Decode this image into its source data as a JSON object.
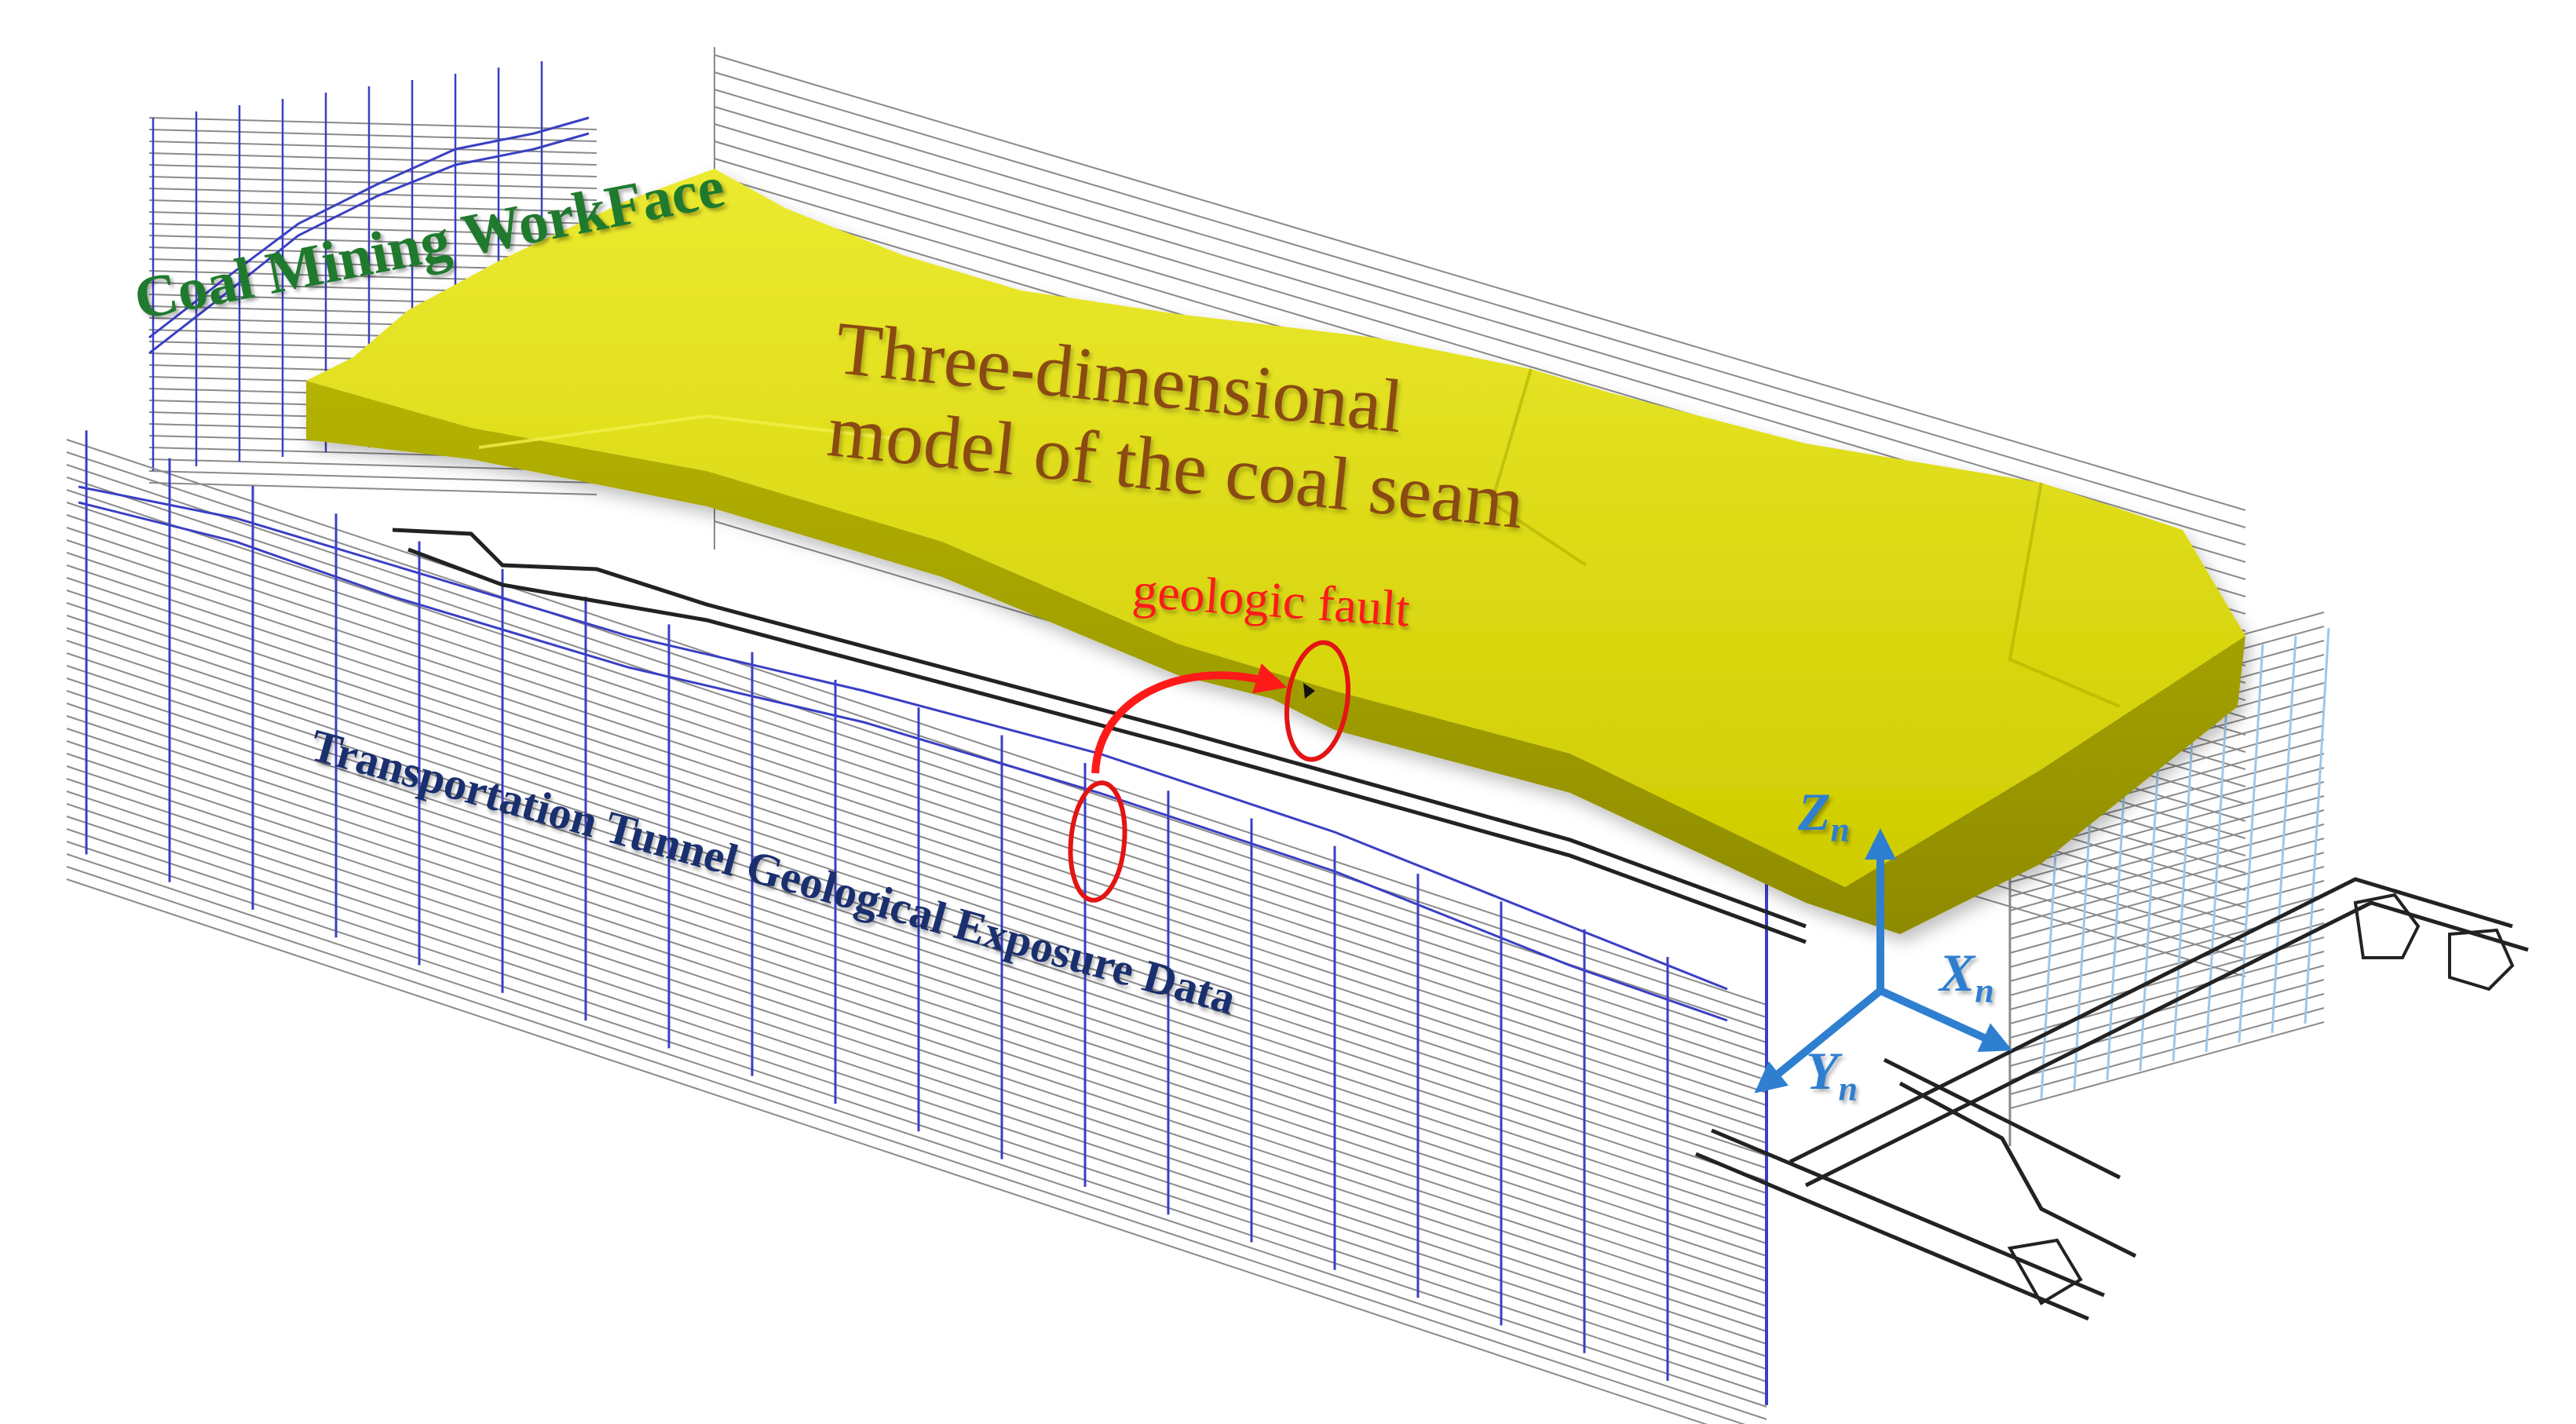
{
  "labels": {
    "workface": "Coal Mining WorkFace",
    "model_line1": "Three-dimensional",
    "model_line2": "model of the coal seam",
    "model_line3": "",
    "fault": "geologic fault",
    "tunnel": "Transportation Tunnel Geological Exposure Data"
  },
  "axes": {
    "z": "Z",
    "z_sub": "n",
    "x": "X",
    "x_sub": "n",
    "y": "Y",
    "y_sub": "n"
  },
  "colors": {
    "seam_fill": "#d6d600",
    "seam_side": "#a3a300",
    "seam_top_highlight": "#e6e31a",
    "workface_text": "#1f7a2e",
    "model_text": "#8a4a12",
    "fault_text": "#ff1a1a",
    "fault_marker": "#e31414",
    "tunnel_text": "#1a2f6e",
    "axis_blue": "#2f7fd1",
    "profile_line": "#8a8a8a",
    "borehole_blue": "#3a3fc4",
    "light_blue": "#9fc7e8",
    "tunnel_path": "#222222"
  }
}
